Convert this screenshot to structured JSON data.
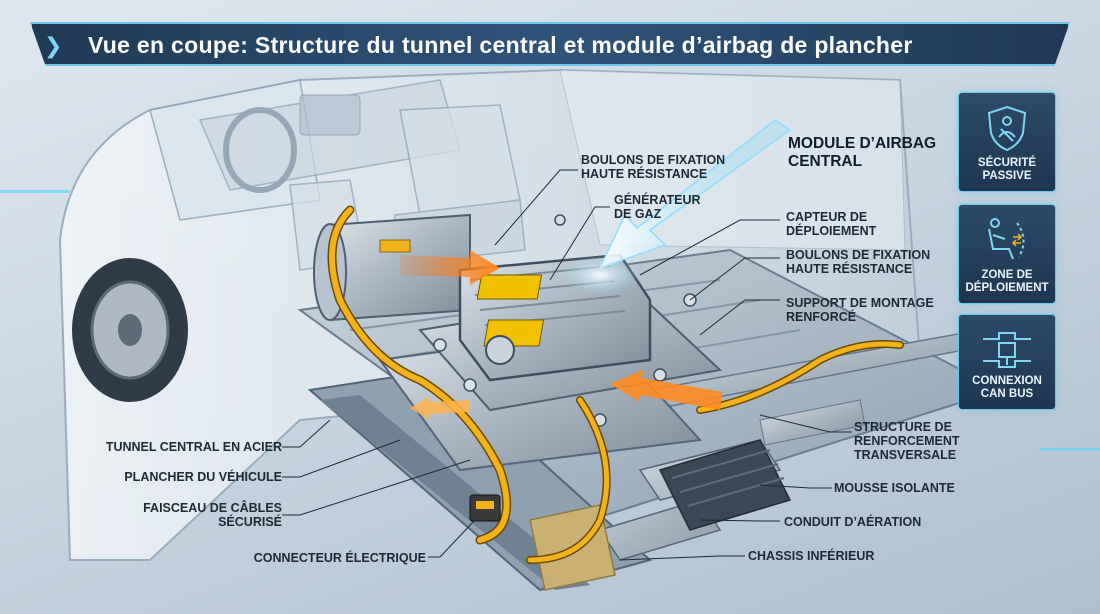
{
  "header": {
    "title": "Vue en coupe: Structure du tunnel central et module d’airbag de plancher"
  },
  "callouts": {
    "module": "Module d’airbag\ncentral",
    "bolts_top": "Boulons de fixation\nhaute résistance",
    "gas_generator": "Générateur\nde gaz",
    "sensor": "Capteur de\ndéploiement",
    "bolts_right": "Boulons de fixation\nhaute résistance",
    "support": "Support de montage\nrenforcé",
    "reinforcement": "Structure de\nrenforcement\ntransversale",
    "foam": "Mousse isolante",
    "duct": "Conduit d’aération",
    "chassis": "Chassis inférieur",
    "tunnel": "Tunnel central en acier",
    "floor": "Plancher du véhicule",
    "harness": "Faisceau de câbles\nsécurisé",
    "connector": "Connecteur électrique"
  },
  "side_panel": [
    {
      "label": "Sécurité\npassive",
      "icon": "shield-seatbelt-icon"
    },
    {
      "label": "Zone de\ndéploiement",
      "icon": "seat-deploy-icon"
    },
    {
      "label": "Connexion\nCAN Bus",
      "icon": "network-connector-icon"
    }
  ],
  "colors": {
    "banner": "#1f3a55",
    "accent": "#6cc6e8",
    "harness": "#f2b21c",
    "arrow": "#ff8a1f",
    "metal": "#b9c4ce",
    "foam": "#c8b173"
  }
}
